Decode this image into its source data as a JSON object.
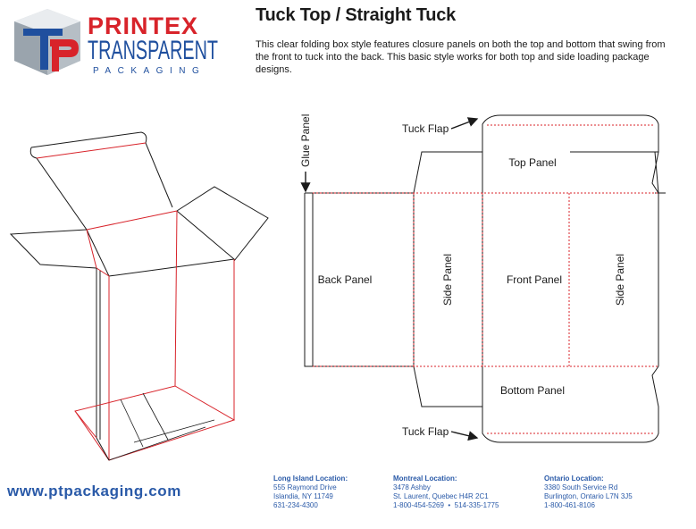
{
  "brand": {
    "line1": "PRINTEX",
    "line2": "TRANSPARENT",
    "line3": "PACKAGING",
    "mark": "TP",
    "colors": {
      "red": "#d8232a",
      "blue": "#1f4f9e",
      "grey": "#9aa4ad"
    }
  },
  "title": "Tuck Top / Straight Tuck",
  "description": "This clear folding box style features closure panels on both the top and bottom that swing from the front to tuck into the back.  This basic style works for both top and side loading package designs.",
  "diagram": {
    "glue_panel": "Glue Panel",
    "tuck_flap_top": "Tuck Flap",
    "top_panel": "Top Panel",
    "back_panel": "Back Panel",
    "side_panel_left": "Side Panel",
    "front_panel": "Front Panel",
    "side_panel_right": "Side Panel",
    "bottom_panel": "Bottom Panel",
    "tuck_flap_bottom": "Tuck Flap",
    "colors": {
      "cut": "#1a1a1a",
      "fold": "#d8232a"
    }
  },
  "website": "www.ptpackaging.com",
  "locations": [
    {
      "heading": "Long Island Location:",
      "lines": [
        "555 Raymond Drive",
        "Islandia, NY 11749",
        "631-234-4300"
      ]
    },
    {
      "heading": "Montreal Location:",
      "lines": [
        "3478 Ashby",
        "St. Laurent, Quebec H4R 2C1",
        "1-800-454-5269  •  514-335-1775"
      ]
    },
    {
      "heading": "Ontario Location:",
      "lines": [
        "3380 South Service Rd",
        "Burlington, Ontario L7N 3J5",
        "1-800-461-8106"
      ]
    }
  ]
}
